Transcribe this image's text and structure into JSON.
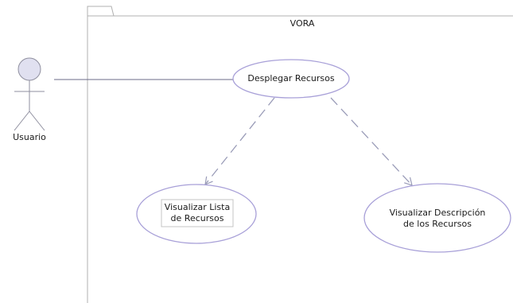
{
  "diagram": {
    "system_boundary": {
      "title": "VORA"
    },
    "actor": {
      "label": "Usuario"
    },
    "use_cases": {
      "desplegar": {
        "label": "Desplegar Recursos"
      },
      "lista": {
        "line1": "Visualizar Lista",
        "line2": "de Recursos"
      },
      "descripcion": {
        "line1": "Visualizar Descripción",
        "line2": "de los Recursos"
      }
    },
    "colors": {
      "boundary": "#b0b0b0",
      "ellipse_stroke": "#a8a0d8",
      "ellipse_fill": "#ffffff",
      "actor_fill": "#e0e0f0",
      "actor_stroke": "#8f8f9f",
      "association": "#6b6b8a",
      "dashed": "#9a9cb8"
    }
  }
}
